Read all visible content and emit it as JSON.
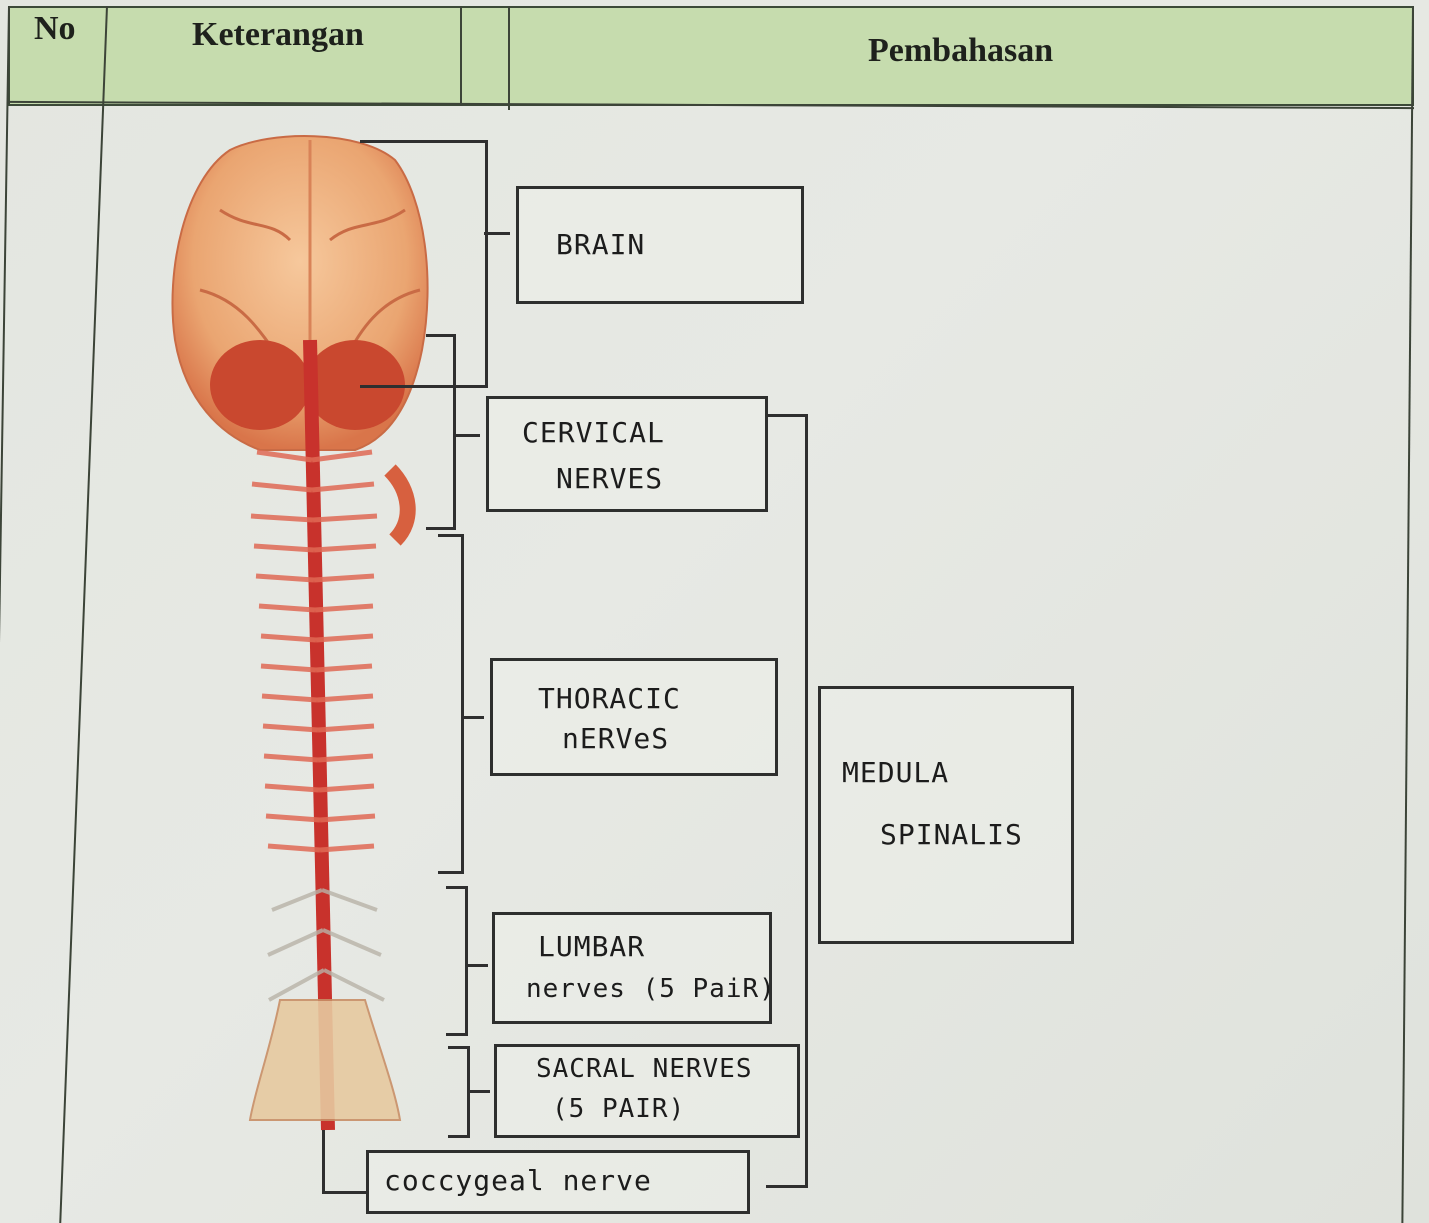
{
  "table": {
    "headers": {
      "no": "No",
      "keterangan": "Keterangan",
      "pembahasan": "Pembahasan"
    }
  },
  "diagram": {
    "labels": {
      "brain": "BRAIN",
      "cervical_1": "CERVICAL",
      "cervical_2": "NERVES",
      "thoracic_1": "THORACIC",
      "thoracic_2": "nERVeS",
      "lumbar_1": "LUMBAR",
      "lumbar_2": "nerves (5 PaiR)",
      "sacral_1": "SACRAL NERVES",
      "sacral_2": "(5 PAIR)",
      "coccygeal": "coccygeal nerve",
      "medula_1": "MEDULA",
      "medula_2": "SPINALIS"
    }
  },
  "colors": {
    "header_band": "#c6dcae",
    "brain_fill": "#e8a77a",
    "spine_red": "#c8322c"
  }
}
